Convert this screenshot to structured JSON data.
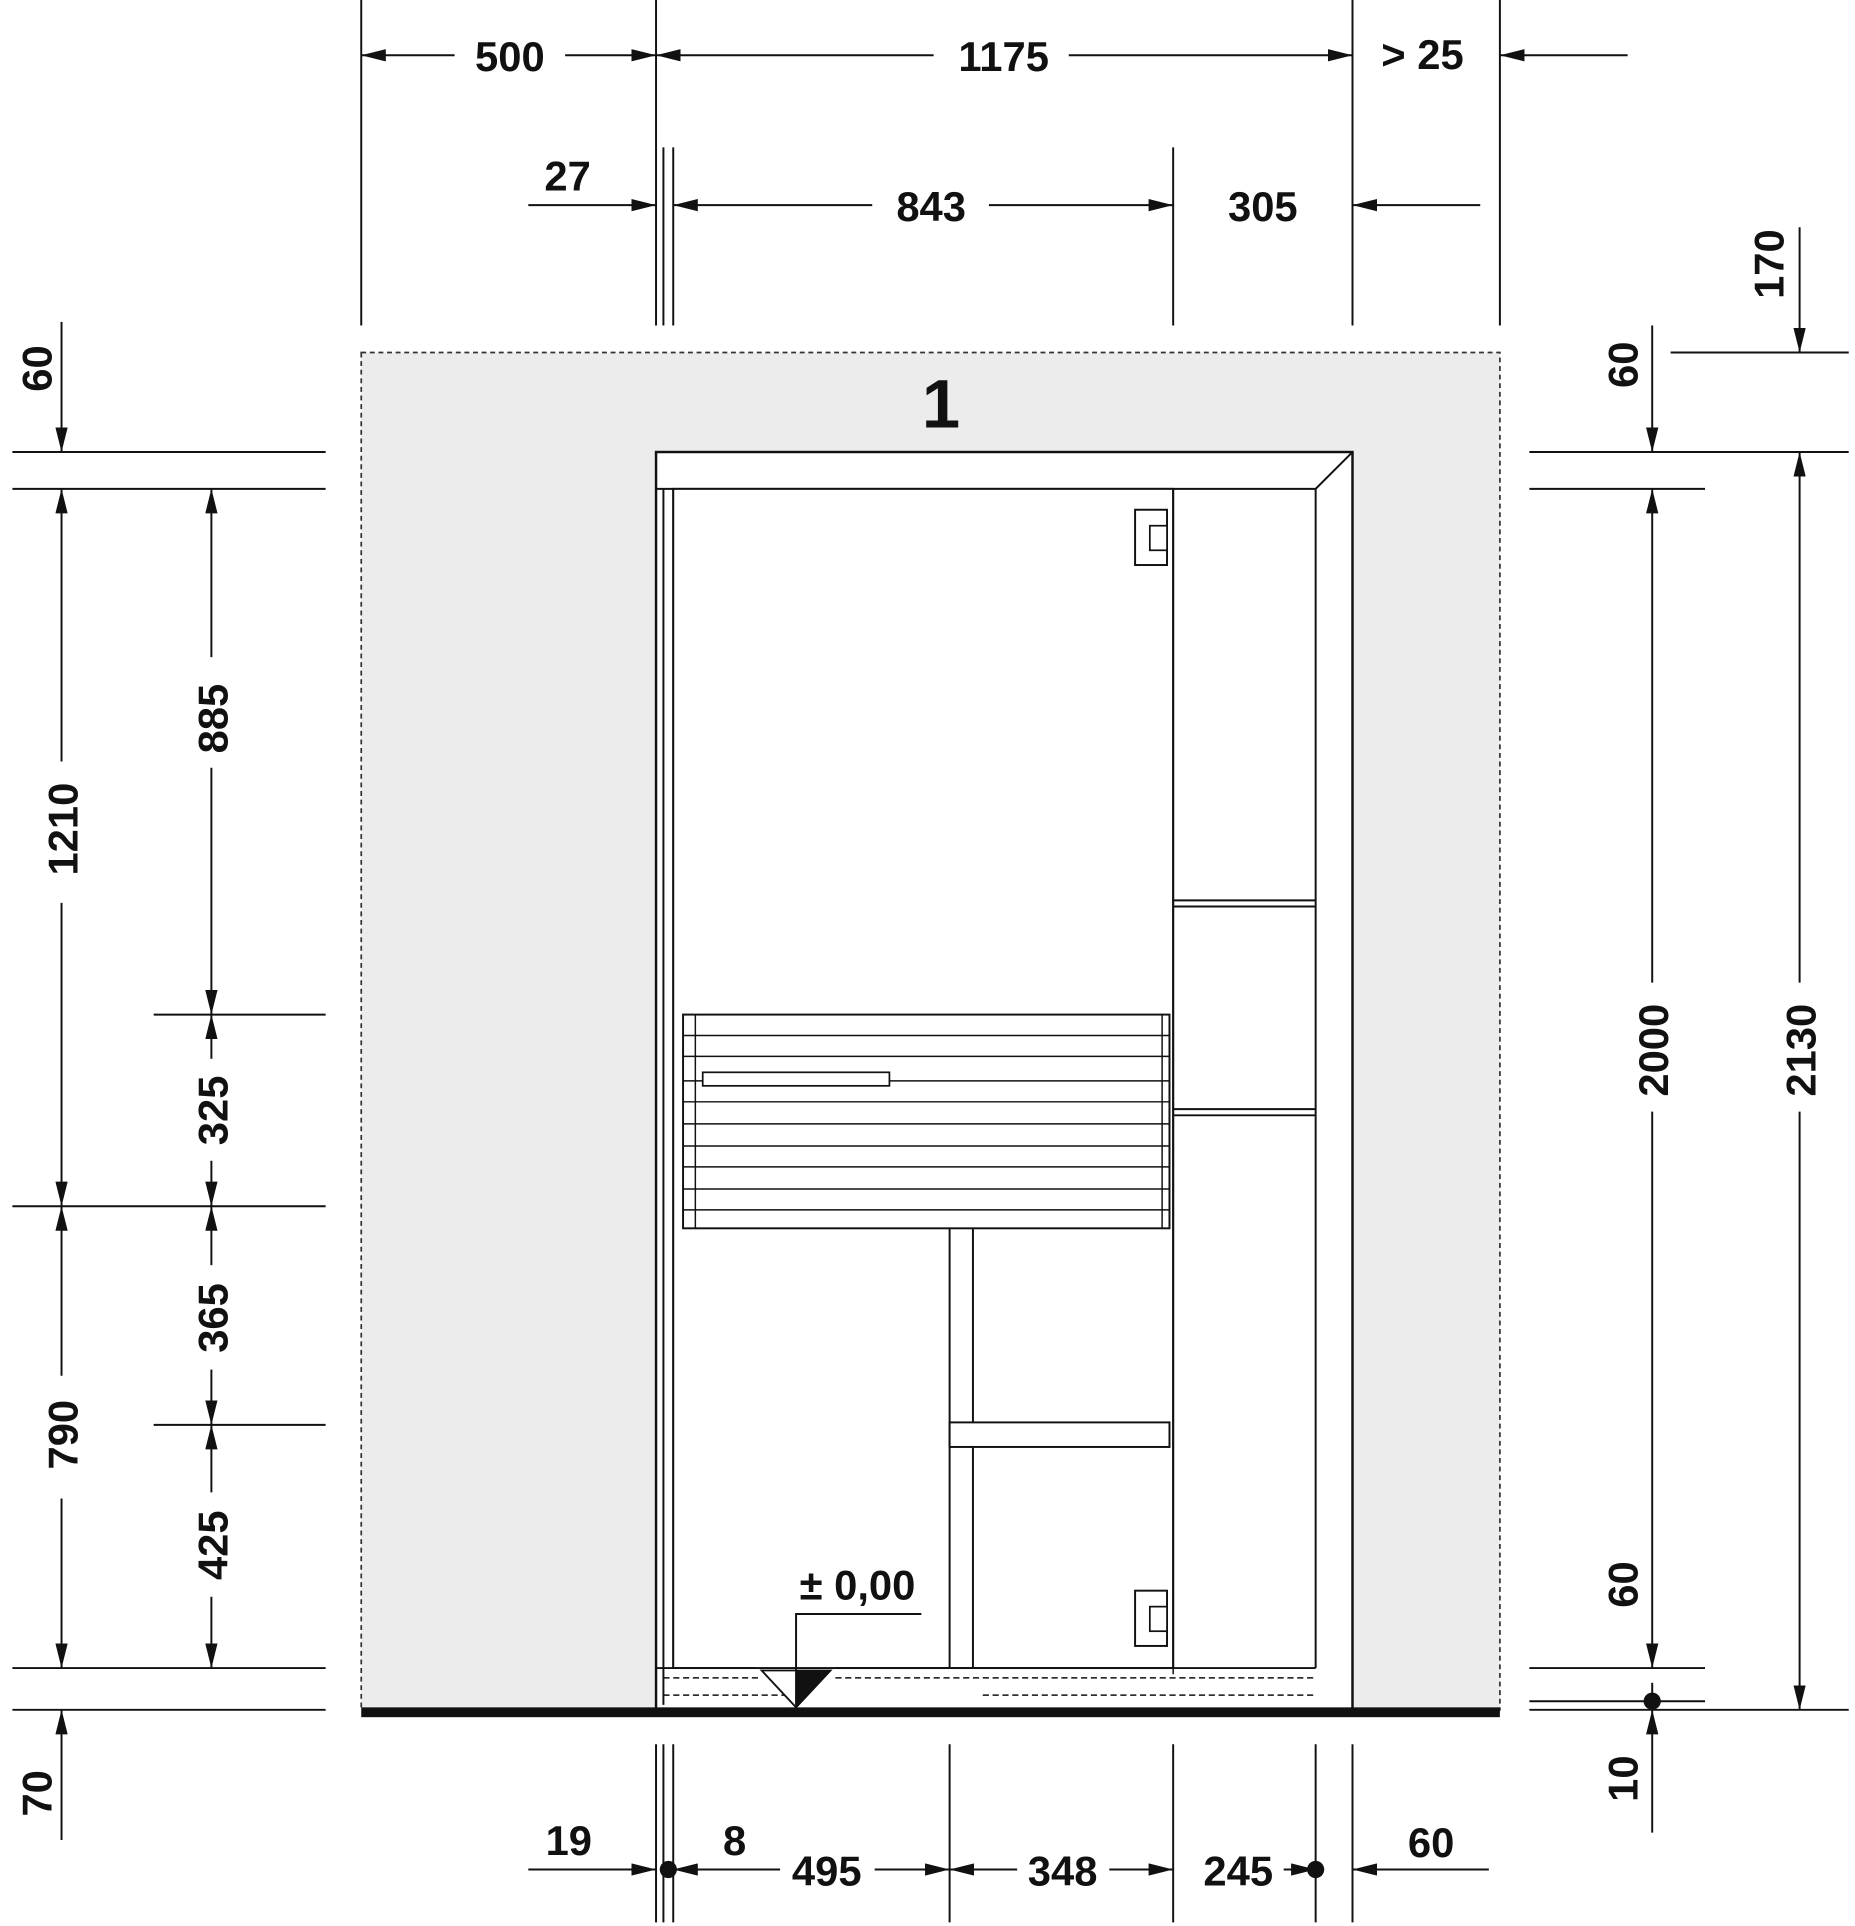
{
  "drawing": {
    "position_label": "1",
    "level_label": "± 0,00",
    "colors": {
      "wall": "#ececec",
      "line": "#111111",
      "floor": "#111111"
    },
    "dimensions": {
      "top": {
        "left_clearance": "500",
        "width": "1175",
        "right_clearance": "> 25",
        "frame_offset": "27",
        "door_width": "843",
        "side_panel": "305"
      },
      "left": {
        "top_gap": "60",
        "upper": "1210",
        "lower": "790",
        "bottom": "70",
        "glass_upper": "885",
        "bench_height": "325",
        "bench_to_cross": "365",
        "cross_to_floor": "425"
      },
      "right": {
        "top_offset": "170",
        "frame_top": "60",
        "door_height": "2000",
        "total_height": "2130",
        "threshold": "60",
        "floor_gap": "10"
      },
      "bottom": {
        "frame": "19",
        "gap": "8",
        "bench_left": "495",
        "bench_right": "348",
        "panel": "245",
        "post": "60"
      }
    }
  }
}
